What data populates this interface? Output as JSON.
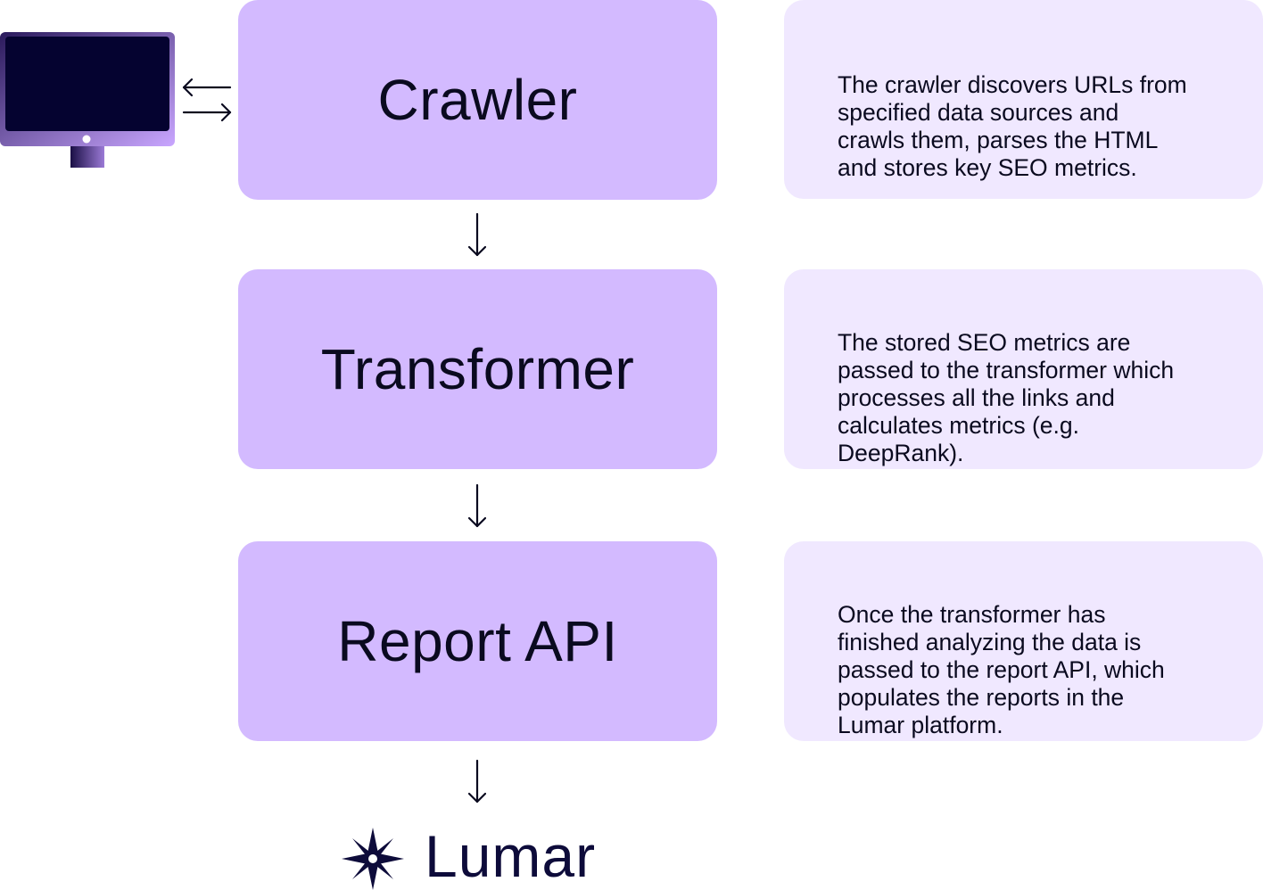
{
  "stages": [
    {
      "label": "Crawler"
    },
    {
      "label": "Transformer"
    },
    {
      "label": "Report API"
    }
  ],
  "descriptions": [
    {
      "text": "The crawler discovers URLs from\nspecified data sources and\ncrawls them, parses the HTML\nand stores key SEO metrics."
    },
    {
      "text": "The stored SEO metrics are\npassed to the transformer which\nprocesses all the links and\ncalculates metrics (e.g.\nDeepRank)."
    },
    {
      "text": "Once the transformer has\nfinished analyzing the data is\npassed to the report API, which\npopulates the reports in the\nLumar platform."
    }
  ],
  "brand": {
    "name": "Lumar"
  },
  "colors": {
    "stage_fill": "#d3baff",
    "description_fill": "#f0e8ff",
    "text": "#0a0a1f",
    "brand": "#0d0b3a",
    "monitor_screen": "#050330",
    "monitor_frame": "#c8a8ff"
  },
  "icons": {
    "monitor": "computer-monitor-icon",
    "exchange": "bidirectional-arrows-icon",
    "flow": "arrow-down-icon",
    "logo": "lumar-star-logo-icon"
  }
}
